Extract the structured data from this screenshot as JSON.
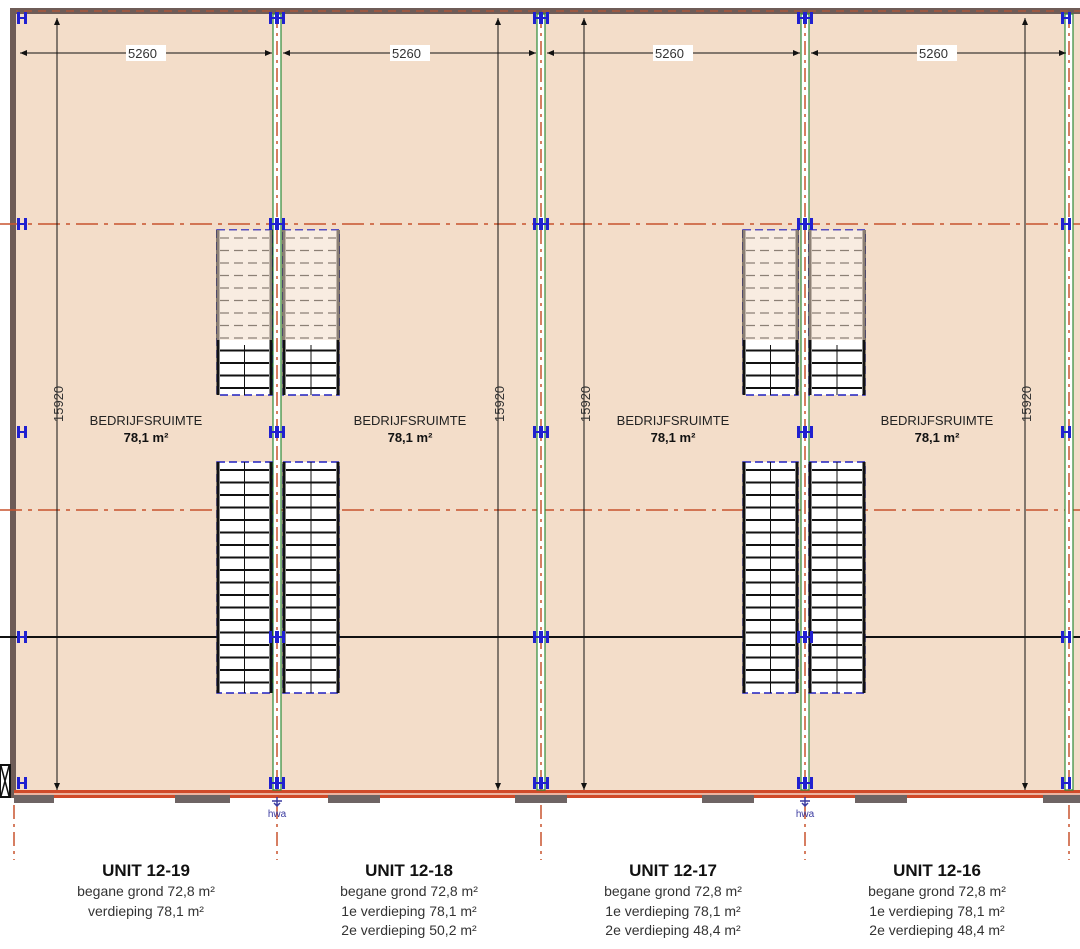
{
  "dimensions": {
    "widths": [
      "5260",
      "5260",
      "5260",
      "5260"
    ],
    "depth": "15920"
  },
  "rooms": [
    {
      "name": "BEDRIJFSRUIMTE",
      "area": "78,1 m²"
    },
    {
      "name": "BEDRIJFSRUIMTE",
      "area": "78,1 m²"
    },
    {
      "name": "BEDRIJFSRUIMTE",
      "area": "78,1 m²"
    },
    {
      "name": "BEDRIJFSRUIMTE",
      "area": "78,1 m²"
    }
  ],
  "downpipe_label": "hwa",
  "units": [
    {
      "title": "UNIT 12-19",
      "lines": [
        "begane grond 72,8 m²",
        "verdieping 78,1 m²"
      ]
    },
    {
      "title": "UNIT 12-18",
      "lines": [
        "begane grond 72,8 m²",
        "1e verdieping 78,1 m²",
        "2e verdieping 50,2 m²"
      ]
    },
    {
      "title": "UNIT 12-17",
      "lines": [
        "begane grond 72,8 m²",
        "1e verdieping 78,1 m²",
        "2e verdieping 48,4 m²"
      ]
    },
    {
      "title": "UNIT 12-16",
      "lines": [
        "begane grond 72,8 m²",
        "1e verdieping 78,1 m²",
        "2e verdieping 48,4 m²"
      ]
    }
  ],
  "colors": {
    "floor": "#f3ddc9",
    "wall": "#6e5c57",
    "axis": "#c8532e",
    "column": "#2020d0",
    "partition": "#2e8b3a"
  }
}
